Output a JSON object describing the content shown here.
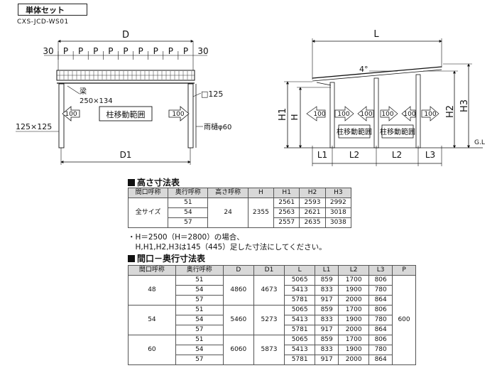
{
  "header": {
    "title": "単体セット",
    "model": "CXS-JCD-WS01"
  },
  "front": {
    "D": "D",
    "end_left": "30",
    "end_right": "30",
    "pitch": "P",
    "pitch_count": 9,
    "beam_label": "梁",
    "beam_size": "250×134",
    "post_label": "□125",
    "gutter_label": "雨樋φ60",
    "corner_label": "125×125",
    "range_label": "柱移動範囲",
    "arrow_value": "100",
    "D1": "D1"
  },
  "side": {
    "L": "L",
    "slope": "4°",
    "H1": "H1",
    "H": "H",
    "H2": "H2",
    "H3": "H3",
    "GL": "G.L",
    "range_label": "柱移動範囲",
    "arrow_value": "100",
    "L1": "L1",
    "L2": "L2",
    "L3": "L3"
  },
  "table1": {
    "heading": "高さ寸法表",
    "headers": [
      "間口呼称",
      "奥行呼称",
      "高さ呼称",
      "H",
      "H1",
      "H2",
      "H3"
    ],
    "frontage": "全サイズ",
    "height_name": "24",
    "H": "2355",
    "rows": [
      {
        "depth": "51",
        "H1": "2561",
        "H2": "2593",
        "H3": "2992"
      },
      {
        "depth": "54",
        "H1": "2563",
        "H2": "2621",
        "H3": "3018"
      },
      {
        "depth": "57",
        "H1": "2557",
        "H2": "2635",
        "H3": "3038"
      }
    ]
  },
  "notes": [
    "・H＝2500（H＝2800）の場合、",
    "　H,H1,H2,H3は145（445）足した寸法にしてください。"
  ],
  "table2": {
    "heading": "間口－奥行寸法表",
    "headers": [
      "間口呼称",
      "奥行呼称",
      "D",
      "D1",
      "L",
      "L1",
      "L2",
      "L3",
      "P"
    ],
    "P": "600",
    "groups": [
      {
        "frontage": "48",
        "D": "4860",
        "D1": "4673",
        "rows": [
          {
            "depth": "51",
            "L": "5065",
            "L1": "859",
            "L2": "1700",
            "L3": "806"
          },
          {
            "depth": "54",
            "L": "5413",
            "L1": "833",
            "L2": "1900",
            "L3": "780"
          },
          {
            "depth": "57",
            "L": "5781",
            "L1": "917",
            "L2": "2000",
            "L3": "864"
          }
        ]
      },
      {
        "frontage": "54",
        "D": "5460",
        "D1": "5273",
        "rows": [
          {
            "depth": "51",
            "L": "5065",
            "L1": "859",
            "L2": "1700",
            "L3": "806"
          },
          {
            "depth": "54",
            "L": "5413",
            "L1": "833",
            "L2": "1900",
            "L3": "780"
          },
          {
            "depth": "57",
            "L": "5781",
            "L1": "917",
            "L2": "2000",
            "L3": "864"
          }
        ]
      },
      {
        "frontage": "60",
        "D": "6060",
        "D1": "5873",
        "rows": [
          {
            "depth": "51",
            "L": "5065",
            "L1": "859",
            "L2": "1700",
            "L3": "806"
          },
          {
            "depth": "54",
            "L": "5413",
            "L1": "833",
            "L2": "1900",
            "L3": "780"
          },
          {
            "depth": "57",
            "L": "5781",
            "L1": "917",
            "L2": "2000",
            "L3": "864"
          }
        ]
      }
    ]
  }
}
